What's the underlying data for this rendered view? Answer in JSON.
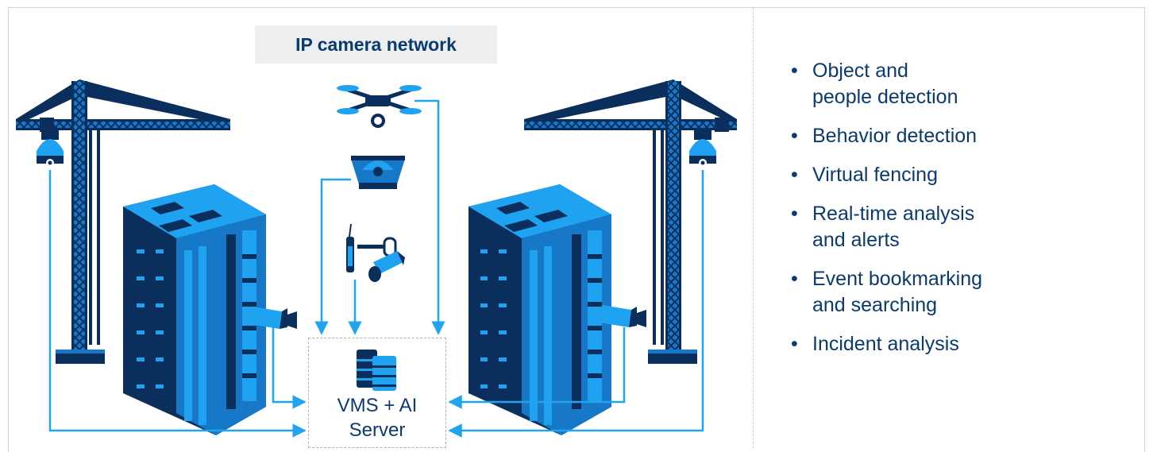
{
  "diagram": {
    "title": "IP camera network",
    "server_label_line1": "VMS + AI",
    "server_label_line2": "Server"
  },
  "features": [
    {
      "lines": [
        "Object and",
        "people detection"
      ]
    },
    {
      "lines": [
        "Behavior detection"
      ]
    },
    {
      "lines": [
        "Virtual fencing"
      ]
    },
    {
      "lines": [
        "Real-time analysis",
        "and alerts"
      ]
    },
    {
      "lines": [
        "Event bookmarking",
        "and searching"
      ]
    },
    {
      "lines": [
        "Incident analysis"
      ]
    }
  ],
  "colors": {
    "dark_blue": "#0b3a6e",
    "mid_blue": "#0f6fc6",
    "light_blue": "#1fa3f0",
    "navy": "#0a2f5c",
    "connector": "#21a3ee"
  },
  "icons": [
    "crane-icon",
    "dome-camera-icon",
    "building-icon",
    "bullet-camera-icon",
    "drone-icon",
    "ceiling-camera-icon",
    "pole-camera-icon",
    "server-icon"
  ]
}
